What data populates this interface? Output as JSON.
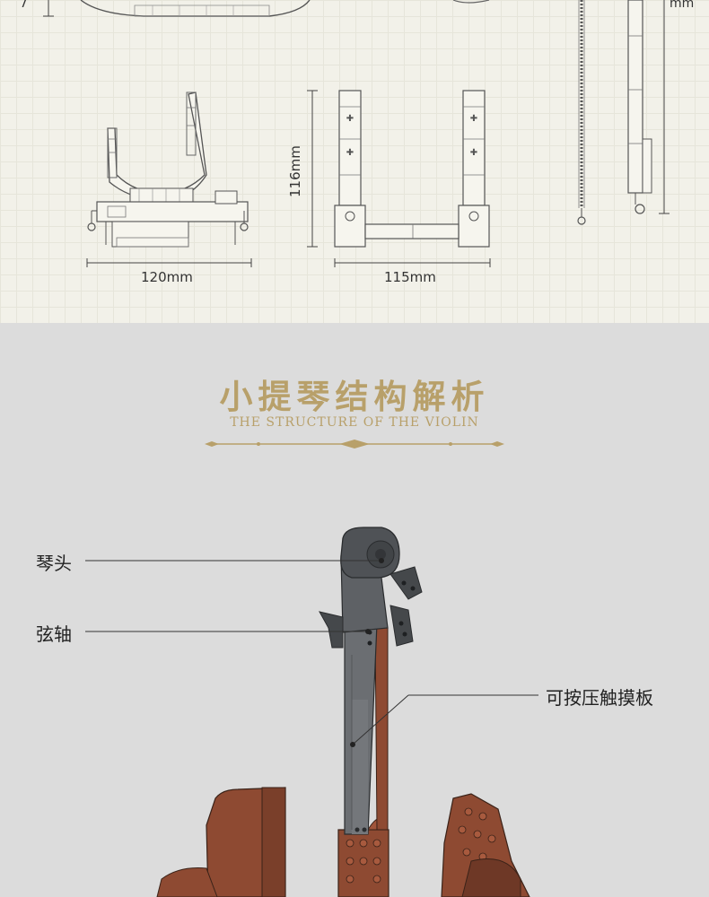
{
  "dimensions": {
    "holder_width": "120mm",
    "base_width": "115mm",
    "base_height": "116mm"
  },
  "section": {
    "title": "小提琴结构解析",
    "subtitle": "THE STRUCTURE OF THE VIOLIN"
  },
  "callouts": {
    "scroll": "琴头",
    "peg": "弦轴",
    "fingerboard": "可按压触摸板"
  },
  "colors": {
    "gold": "#b8a06a",
    "brick_brown": "#8e4a32",
    "brick_dark_grey": "#555a5f"
  }
}
